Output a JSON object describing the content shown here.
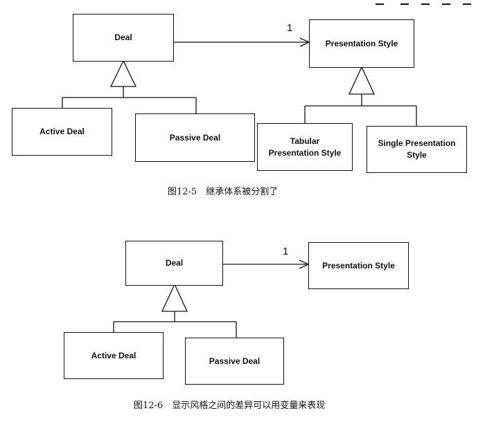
{
  "figure1": {
    "deal": "Deal",
    "presentation_style": "Presentation Style",
    "active_deal": "Active Deal",
    "passive_deal": "Passive Deal",
    "tabular_line1": "Tabular",
    "tabular_line2": "Presentation Style",
    "single_line1": "Single Presentation",
    "single_line2": "Style",
    "multiplicity": "1",
    "caption": "图12-5　继承体系被分割了"
  },
  "figure2": {
    "deal": "Deal",
    "presentation_style": "Presentation Style",
    "active_deal": "Active Deal",
    "passive_deal": "Passive Deal",
    "multiplicity": "1",
    "caption": "图12-6　显示风格之间的差异可以用变量来表现"
  }
}
